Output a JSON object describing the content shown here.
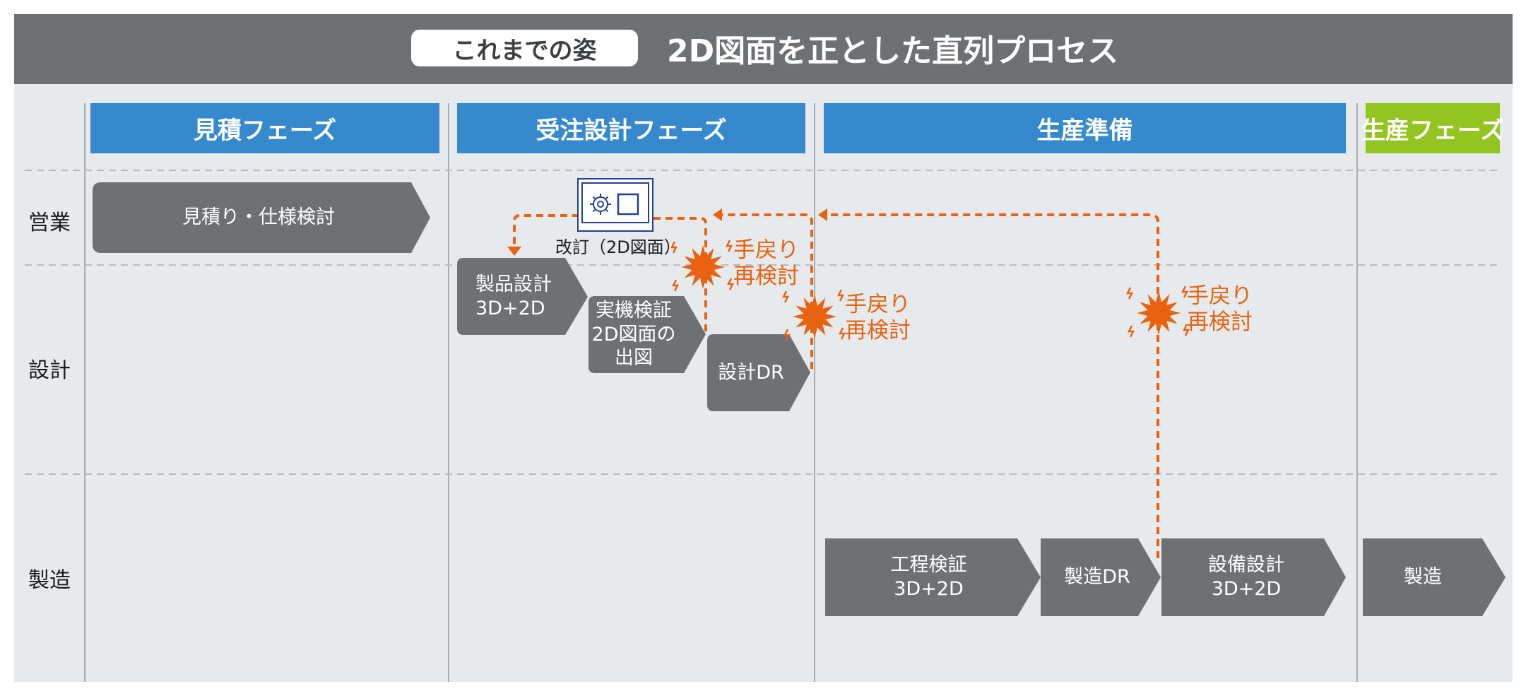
{
  "header": {
    "badge": "これまでの姿",
    "title": "2D図面を正とした直列プロセス"
  },
  "phases": [
    {
      "label": "見積フェーズ",
      "color": "#3589cc"
    },
    {
      "label": "受注設計フェーズ",
      "color": "#3589cc"
    },
    {
      "label": "生産準備",
      "color": "#3589cc"
    },
    {
      "label": "生産フェーズ",
      "color": "#93c41f"
    }
  ],
  "lanes": [
    "営業",
    "設計",
    "製造"
  ],
  "processes": {
    "estimate": {
      "lines": [
        "見積り・仕様検討"
      ]
    },
    "product_design": {
      "lines": [
        "製品設計",
        "3D+2D"
      ]
    },
    "verification": {
      "lines": [
        "実機検証",
        "2D図面の",
        "出図"
      ]
    },
    "design_dr": {
      "lines": [
        "設計DR"
      ]
    },
    "process_verification": {
      "lines": [
        "工程検証",
        "3D+2D"
      ]
    },
    "manufacturing_dr": {
      "lines": [
        "製造DR"
      ]
    },
    "equipment_design": {
      "lines": [
        "設備設計",
        "3D+2D"
      ]
    },
    "manufacturing": {
      "lines": [
        "製造"
      ]
    }
  },
  "revision": {
    "label": "改訂（2D図面）",
    "icon": "gear-document-icon"
  },
  "rework": {
    "lines": [
      "手戻り",
      "再検討"
    ],
    "icon": "burst-icon"
  },
  "colors": {
    "process_fill": "#6d7174",
    "accent_orange": "#e8620f",
    "header": "#6d7174",
    "background": "#e7eaed",
    "icon_blue": "#213f94"
  }
}
